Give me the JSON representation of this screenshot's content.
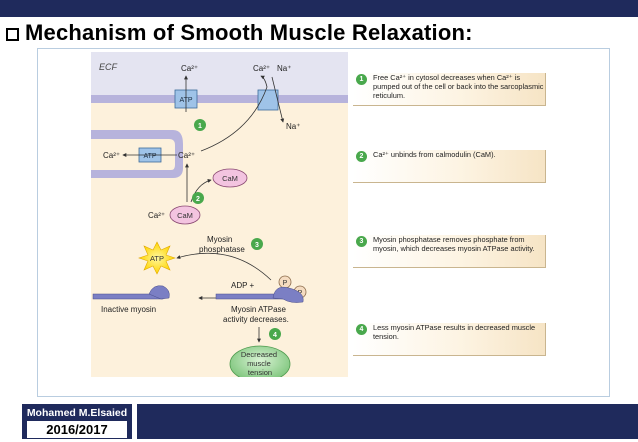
{
  "slide": {
    "title_bullet": "❑",
    "title": "Mechanism of  Smooth Muscle Relaxation:"
  },
  "figure": {
    "ecf": "ECF",
    "ca_top_left": "Ca²⁺",
    "ca_top_right": "Ca²⁺",
    "na_top": "Na⁺",
    "na_bottom": "Na⁺",
    "atp_pump_top": "ATP",
    "atp_pump_left": "ATP",
    "ca_left": "Ca²⁺",
    "ca_center": "Ca²⁺",
    "cam_upper": "CaM",
    "cam_lower": "CaM",
    "ca_cam": "Ca²⁺",
    "myosin_phosphatase": "Myosin\nphosphatase",
    "atp_star": "ATP",
    "adp_plus": "ADP +",
    "phosphate_1": "P",
    "phosphate_2": "P",
    "inactive_myosin": "Inactive myosin",
    "myosin_atpase": "Myosin ATPase\nactivity decreases.",
    "decreased_tension": "Decreased\nmuscle\ntension",
    "step_1": "1",
    "step_2": "2",
    "step_3": "3",
    "step_4": "4"
  },
  "notes": [
    {
      "num": "1",
      "text": "Free Ca²⁺ in cytosol decreases when Ca²⁺ is pumped out of the cell or back into the sarcoplasmic reticulum."
    },
    {
      "num": "2",
      "text": "Ca²⁺ unbinds from calmodulin (CaM)."
    },
    {
      "num": "3",
      "text": "Myosin phosphatase removes phosphate from myosin, which decreases myosin ATPase activity."
    },
    {
      "num": "4",
      "text": "Less myosin ATPase results in decreased muscle tension."
    }
  ],
  "footer": {
    "author": "Mohamed M.Elsaied",
    "year": "2016/2017"
  },
  "colors": {
    "banner": "#1f2a5c",
    "cytosol": "#fdf1dc",
    "membrane": "#b7b3dc",
    "step_badge": "#49a84c",
    "cam": "#f3c4e0",
    "tension": "#8fd08f"
  }
}
